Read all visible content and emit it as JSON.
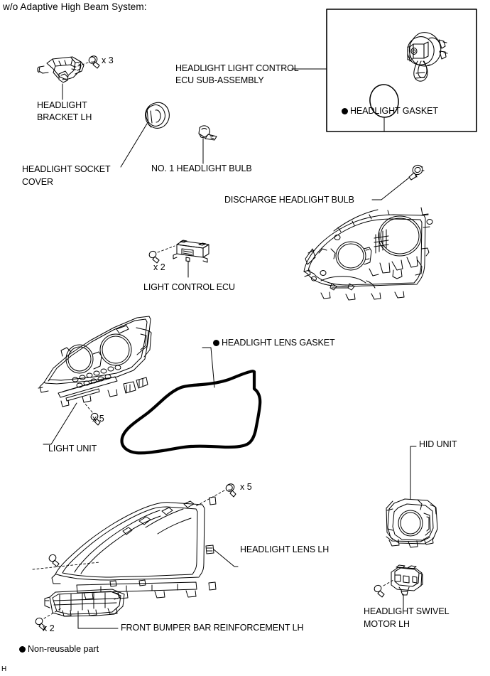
{
  "document": {
    "title": "w/o Adaptive High Beam System:",
    "page_code": "H"
  },
  "legend": {
    "symbol": "filled-circle",
    "text": "Non-reusable part"
  },
  "callouts": [
    {
      "id": "headlight-bracket-lh",
      "label": "HEADLIGHT\nBRACKET LH",
      "qty": "x 3"
    },
    {
      "id": "headlight-socket-cover",
      "label": "HEADLIGHT SOCKET\nCOVER",
      "qty": ""
    },
    {
      "id": "no1-headlight-bulb",
      "label": "NO. 1 HEADLIGHT BULB",
      "qty": ""
    },
    {
      "id": "headlight-light-control-ecu-sub-assembly",
      "label": "HEADLIGHT LIGHT CONTROL\nECU SUB-ASSEMBLY",
      "qty": ""
    },
    {
      "id": "headlight-gasket",
      "label": "HEADLIGHT GASKET",
      "qty": "",
      "non_reusable": true
    },
    {
      "id": "discharge-headlight-bulb",
      "label": "DISCHARGE HEADLIGHT BULB",
      "qty": ""
    },
    {
      "id": "light-control-ecu",
      "label": "LIGHT CONTROL ECU",
      "qty": "x 2"
    },
    {
      "id": "headlight-lens-gasket",
      "label": "HEADLIGHT LENS GASKET",
      "qty": "",
      "non_reusable": true
    },
    {
      "id": "light-unit",
      "label": "LIGHT UNIT",
      "qty": "x 5"
    },
    {
      "id": "headlight-lens-lh",
      "label": "HEADLIGHT LENS LH",
      "qty": "x 5"
    },
    {
      "id": "front-bumper-bar-reinforcement-lh",
      "label": "FRONT BUMPER BAR REINFORCEMENT LH",
      "qty": "x 2"
    },
    {
      "id": "hid-unit",
      "label": "HID UNIT",
      "qty": ""
    },
    {
      "id": "headlight-swivel-motor-lh",
      "label": "HEADLIGHT SWIVEL\nMOTOR LH",
      "qty": ""
    }
  ],
  "labels": {
    "headlight_bracket_line1": "HEADLIGHT",
    "headlight_bracket_line2": "BRACKET LH",
    "bracket_qty": "x 3",
    "socket_cover_line1": "HEADLIGHT SOCKET",
    "socket_cover_line2": "COVER",
    "no1_bulb": "NO. 1 HEADLIGHT BULB",
    "ecu_sub_line1": "HEADLIGHT LIGHT CONTROL",
    "ecu_sub_line2": "ECU SUB-ASSEMBLY",
    "headlight_gasket": "HEADLIGHT GASKET",
    "discharge_bulb": "DISCHARGE HEADLIGHT BULB",
    "light_control_ecu": "LIGHT CONTROL ECU",
    "light_control_ecu_qty": "x 2",
    "headlight_lens_gasket": "HEADLIGHT LENS GASKET",
    "light_unit": "LIGHT UNIT",
    "light_unit_qty": "x 5",
    "headlight_lens_lh": "HEADLIGHT LENS LH",
    "headlight_lens_qty": "x 5",
    "front_bumper_bar": "FRONT BUMPER BAR REINFORCEMENT LH",
    "front_bumper_qty": "x 2",
    "hid_unit": "HID UNIT",
    "swivel_motor_line1": "HEADLIGHT SWIVEL",
    "swivel_motor_line2": "MOTOR LH",
    "non_reusable": "Non-reusable part"
  },
  "colors": {
    "ink": "#000000",
    "background": "#ffffff",
    "gasket_stroke": "#000000"
  }
}
